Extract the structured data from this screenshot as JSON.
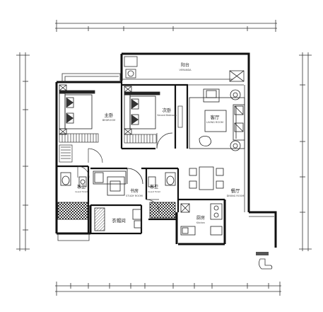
{
  "rooms": {
    "veranda": {
      "cn": "阳台",
      "en": "VERANDA"
    },
    "master_bedroom": {
      "cn": "主卧",
      "en": "BEDROOM"
    },
    "second_bedroom": {
      "cn": "次卧",
      "en": "Second Bedroom"
    },
    "living_room": {
      "cn": "客厅",
      "en": "LIVING ROOM"
    },
    "dining_room": {
      "cn": "餐厅",
      "en": "DINING ROOM"
    },
    "study": {
      "cn": "书房",
      "en": "STUDY ROOM"
    },
    "guest_bath_left": {
      "cn": "客卫",
      "en": "Guest Toilet"
    },
    "guest_bath_right": {
      "cn": "客卫",
      "en": "Guest Toilet"
    },
    "cloakroom": {
      "cn": "衣帽间"
    },
    "kitchen": {
      "cn": "厨房",
      "en": "Kitchen"
    }
  },
  "colors": {
    "wall": "#111111",
    "line": "#333333",
    "hatch": "#777777",
    "fill_dark": "#555555"
  }
}
